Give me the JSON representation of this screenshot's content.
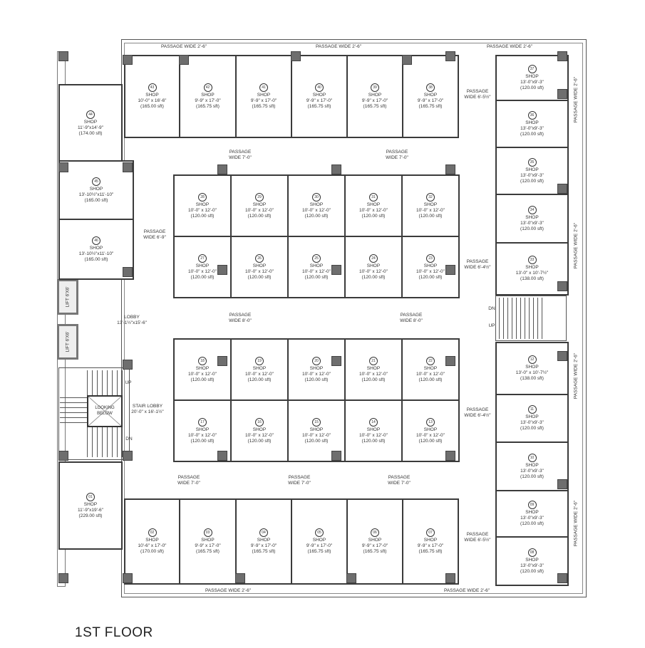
{
  "title": "1ST FLOOR",
  "shop_label": "SHOP",
  "shops": [
    {
      "no": "43",
      "dims": "10'-0\" x 16'-6\"",
      "area": "(165.00 sft)"
    },
    {
      "no": "42",
      "dims": "9'-9\" x 17'-0\"",
      "area": "(165.75 sft)"
    },
    {
      "no": "41",
      "dims": "9'-9\" x 17'-0\"",
      "area": "(165.75 sft)"
    },
    {
      "no": "40",
      "dims": "9'-9\" x 17'-0\"",
      "area": "(165.75 sft)"
    },
    {
      "no": "39",
      "dims": "9'-9\" x 17'-0\"",
      "area": "(165.75 sft)"
    },
    {
      "no": "38",
      "dims": "9'-9\" x 17'-0\"",
      "area": "(165.75 sft)"
    },
    {
      "no": "37",
      "dims": "13'-0\"x9'-3\"",
      "area": "(120.00 sft)"
    },
    {
      "no": "36",
      "dims": "13'-0\"x9'-3\"",
      "area": "(120.00 sft)"
    },
    {
      "no": "35",
      "dims": "13'-0\"x9'-3\"",
      "area": "(120.00 sft)"
    },
    {
      "no": "34",
      "dims": "13'-0\"x9'-3\"",
      "area": "(120.00 sft)"
    },
    {
      "no": "33",
      "dims": "13'-0\" x 10'-7½\"",
      "area": "(138.00 sft)"
    },
    {
      "no": "28",
      "dims": "10'-0\" x 12'-0\"",
      "area": "(120.00 sft)"
    },
    {
      "no": "29",
      "dims": "10'-0\" x 12'-0\"",
      "area": "(120.00 sft)"
    },
    {
      "no": "30",
      "dims": "10'-0\" x 12'-0\"",
      "area": "(120.00 sft)"
    },
    {
      "no": "31",
      "dims": "10'-0\" x 12'-0\"",
      "area": "(120.00 sft)"
    },
    {
      "no": "32",
      "dims": "10'-0\" x 12'-0\"",
      "area": "(120.00 sft)"
    },
    {
      "no": "27",
      "dims": "10'-0\" x 12'-0\"",
      "area": "(120.00 sft)"
    },
    {
      "no": "26",
      "dims": "10'-0\" x 12'-0\"",
      "area": "(120.00 sft)"
    },
    {
      "no": "25",
      "dims": "10'-0\" x 12'-0\"",
      "area": "(120.00 sft)"
    },
    {
      "no": "24",
      "dims": "10'-0\" x 12'-0\"",
      "area": "(120.00 sft)"
    },
    {
      "no": "23",
      "dims": "10'-0\" x 12'-0\"",
      "area": "(120.00 sft)"
    },
    {
      "no": "18",
      "dims": "10'-0\" x 12'-0\"",
      "area": "(120.00 sft)"
    },
    {
      "no": "19",
      "dims": "10'-0\" x 12'-0\"",
      "area": "(120.00 sft)"
    },
    {
      "no": "20",
      "dims": "10'-0\" x 12'-0\"",
      "area": "(120.00 sft)"
    },
    {
      "no": "21",
      "dims": "10'-0\" x 12'-0\"",
      "area": "(120.00 sft)"
    },
    {
      "no": "22",
      "dims": "10'-0\" x 12'-0\"",
      "area": "(120.00 sft)"
    },
    {
      "no": "17",
      "dims": "10'-0\" x 12'-0\"",
      "area": "(120.00 sft)"
    },
    {
      "no": "16",
      "dims": "10'-0\" x 12'-0\"",
      "area": "(120.00 sft)"
    },
    {
      "no": "15",
      "dims": "10'-0\" x 12'-0\"",
      "area": "(120.00 sft)"
    },
    {
      "no": "14",
      "dims": "10'-0\" x 12'-0\"",
      "area": "(120.00 sft)"
    },
    {
      "no": "13",
      "dims": "10'-0\" x 12'-0\"",
      "area": "(120.00 sft)"
    },
    {
      "no": "12",
      "dims": "13'-0\" x 10'-7½\"",
      "area": "(138.00 sft)"
    },
    {
      "no": "11",
      "dims": "13'-0\"x9'-3\"",
      "area": "(120.00 sft)"
    },
    {
      "no": "10",
      "dims": "13'-0\"x9'-3\"",
      "area": "(120.00 sft)"
    },
    {
      "no": "09",
      "dims": "13'-0\"x9'-3\"",
      "area": "(120.00 sft)"
    },
    {
      "no": "08",
      "dims": "13'-0\"x9'-3\"",
      "area": "(120.00 sft)"
    },
    {
      "no": "02",
      "dims": "10'-6\" x 17'-0\"",
      "area": "(170.00 sft)"
    },
    {
      "no": "03",
      "dims": "9'-9\" x 17'-0\"",
      "area": "(165.75 sft)"
    },
    {
      "no": "04",
      "dims": "9'-9\" x 17'-0\"",
      "area": "(165.75 sft)"
    },
    {
      "no": "05",
      "dims": "9'-9\" x 17'-0\"",
      "area": "(165.75 sft)"
    },
    {
      "no": "06",
      "dims": "9'-9\" x 17'-0\"",
      "area": "(165.75 sft)"
    },
    {
      "no": "07",
      "dims": "9'-9\" x 17'-0\"",
      "area": "(165.75 sft)"
    },
    {
      "no": "44",
      "dims": "11'-9\"x14'-9\"",
      "area": "(174.00 sft)"
    },
    {
      "no": "45",
      "dims": "13'-10½\"x11'-10\"",
      "area": "(165.00 sft)"
    },
    {
      "no": "46",
      "dims": "13'-10½\"x11'-10\"",
      "area": "(165.00 sft)"
    },
    {
      "no": "01",
      "dims": "11'-9\"x19'-6\"",
      "area": "(229.00 sft)"
    }
  ],
  "passages": [
    "PASSAGE WIDE 2'-6\"",
    "PASSAGE WIDE 2'-6\"",
    "PASSAGE WIDE 2'-6\"",
    "PASSAGE WIDE 2'-6\"",
    "PASSAGE WIDE 2'-6\"",
    "PASSAGE\nWIDE 7'-0\"",
    "PASSAGE\nWIDE 7'-0\"",
    "PASSAGE\nWIDE 6'-9\"",
    "PASSAGE\nWIDE 8'-0\"",
    "PASSAGE\nWIDE 8'-0\"",
    "PASSAGE\nWIDE 7'-0\"",
    "PASSAGE\nWIDE 7'-0\"",
    "PASSAGE\nWIDE 7'-0\"",
    "PASSAGE\nWIDE 6'-5½\"",
    "PASSAGE\nWIDE 6'-4½\"",
    "PASSAGE\nWIDE 6'-4½\"",
    "PASSAGE\nWIDE 6'-5½\""
  ],
  "vertical_passages": [
    "PASSAGE WIDE 2'-6\"",
    "PASSAGE WIDE 2'-6\"",
    "PASSAGE WIDE 2'-6\"",
    "PASSAGE WIDE 2'-6\""
  ],
  "lobby": {
    "label": "LOBBY",
    "dims": "13'-1½\"x15'-6\""
  },
  "stair_lobby": {
    "label": "STAIR LOBBY",
    "dims": "20'-0\" x 16'-1½\""
  },
  "lift_label": "LIFT 6'X6'",
  "looking_below": "LOOKING BELOW",
  "up": "UP",
  "dn": "DN"
}
